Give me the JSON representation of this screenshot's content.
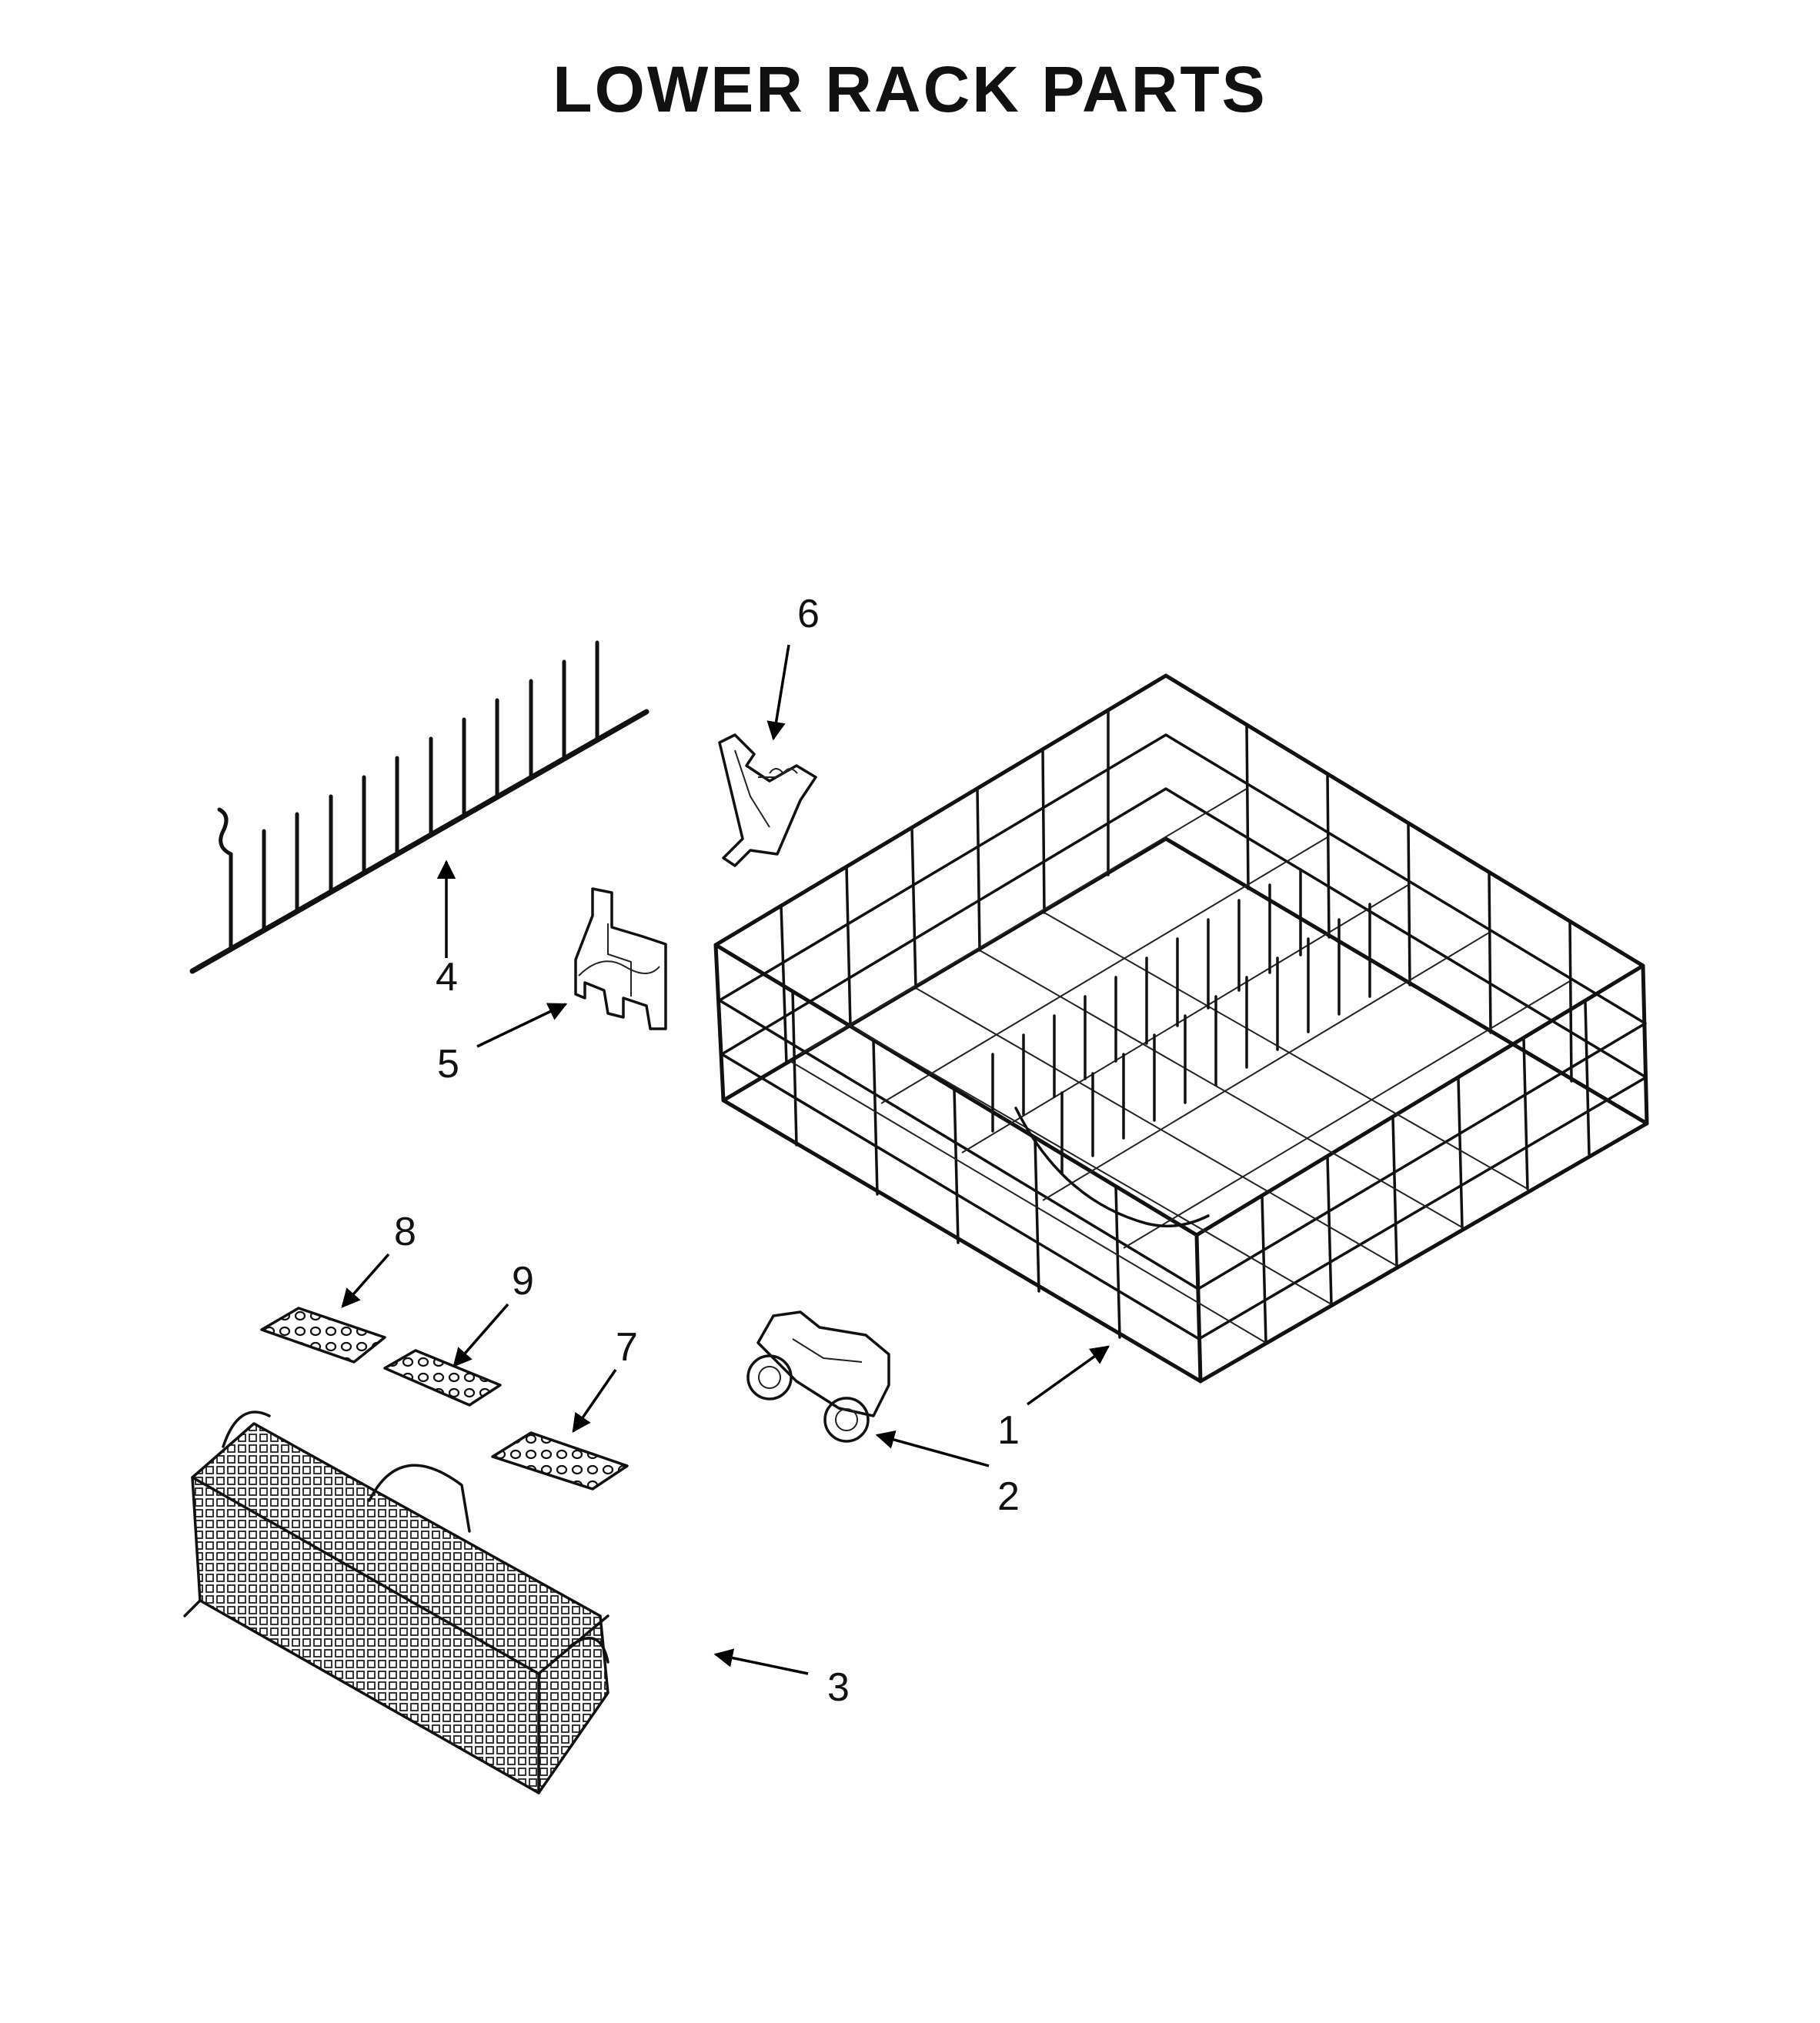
{
  "title": "LOWER RACK PARTS",
  "callouts": [
    {
      "id": "1",
      "label": "1",
      "part": "lower rack"
    },
    {
      "id": "2",
      "label": "2",
      "part": "rack wheel"
    },
    {
      "id": "3",
      "label": "3",
      "part": "silverware basket"
    },
    {
      "id": "4",
      "label": "4",
      "part": "tine row"
    },
    {
      "id": "5",
      "label": "5",
      "part": "tine clip"
    },
    {
      "id": "6",
      "label": "6",
      "part": "rack clip"
    },
    {
      "id": "7",
      "label": "7",
      "part": "basket cover"
    },
    {
      "id": "8",
      "label": "8",
      "part": "basket cover"
    },
    {
      "id": "9",
      "label": "9",
      "part": "basket cover"
    }
  ]
}
